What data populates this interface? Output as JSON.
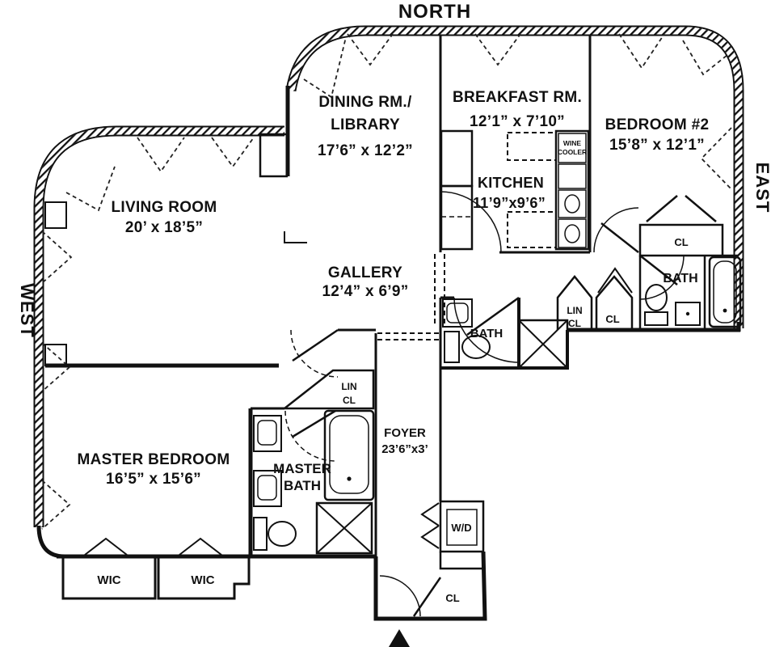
{
  "compass": {
    "north": "NORTH",
    "west": "WEST",
    "east": "EAST"
  },
  "rooms": {
    "dining": {
      "name1": "DINING RM./",
      "name2": "LIBRARY",
      "dims": "17’6” x 12’2”"
    },
    "breakfast": {
      "name": "BREAKFAST RM.",
      "dims": "12’1” x 7’10”"
    },
    "bedroom2": {
      "name": "BEDROOM #2",
      "dims": "15’8” x 12’1”"
    },
    "kitchen": {
      "name": "KITCHEN",
      "dims": "11’9”x9’6”"
    },
    "living": {
      "name": "LIVING ROOM",
      "dims": "20’ x 18’5”"
    },
    "gallery": {
      "name": "GALLERY",
      "dims": "12’4” x 6’9”"
    },
    "master_bedroom": {
      "name": "MASTER BEDROOM",
      "dims": "16’5” x 15’6”"
    },
    "master_bath": {
      "name1": "MASTER",
      "name2": "BATH"
    },
    "foyer": {
      "name": "FOYER",
      "dims": "23’6”x3’"
    }
  },
  "labels": {
    "bath_mid": "BATH",
    "bath_2": "BATH",
    "lin_cl_hall_1": "LIN",
    "lin_cl_hall_2": "CL",
    "cl_hall": "CL",
    "cl_bedroom2": "CL",
    "lin_cl_master_1": "LIN",
    "lin_cl_master_2": "CL",
    "wine_cooler_1": "WINE",
    "wine_cooler_2": "COOLER",
    "washer_dryer": "W/D",
    "wic_left": "WIC",
    "wic_right": "WIC",
    "cl_entry": "CL"
  },
  "colors": {
    "line": "#111111",
    "background": "#ffffff"
  }
}
